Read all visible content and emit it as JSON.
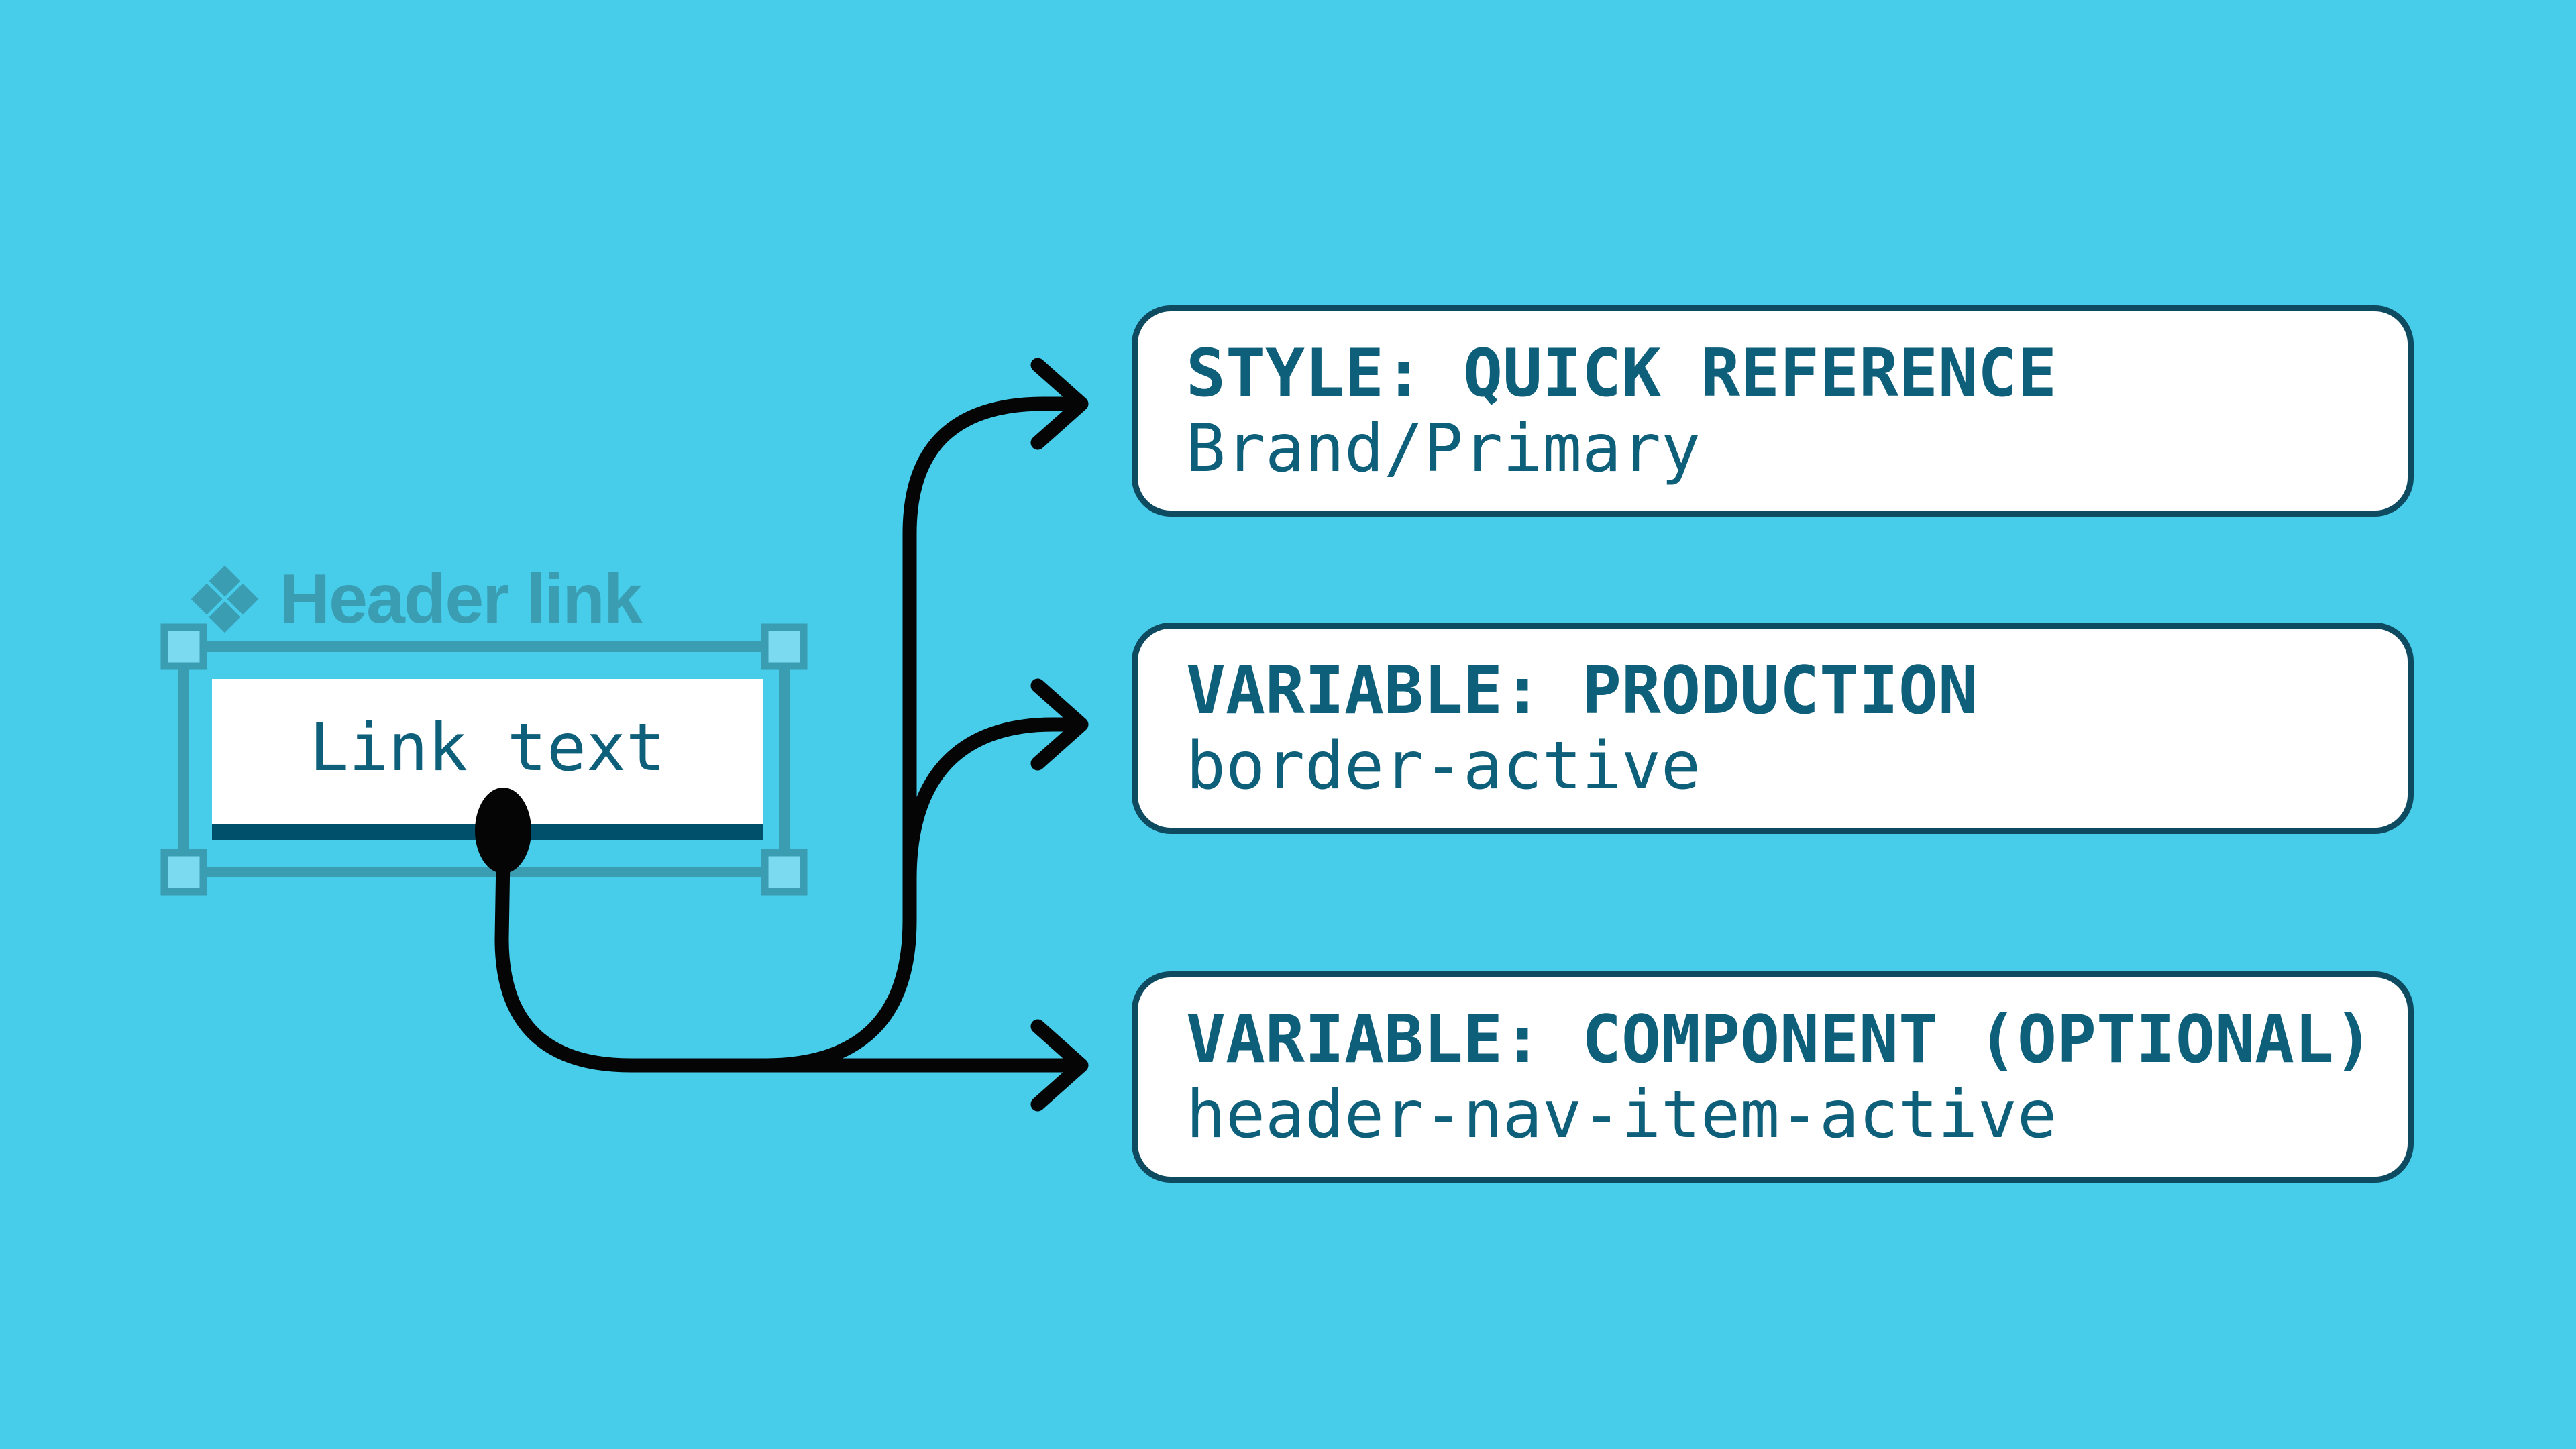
{
  "colors": {
    "background": "#47CCE9",
    "frame": "#3A9DB2",
    "handle_fill": "#7BDAF0",
    "text_dark": "#0E5F7A",
    "underline": "#00506B",
    "box_border": "#0E4B60",
    "box_fill": "#FFFFFF",
    "arrow": "#050505"
  },
  "component": {
    "icon": "component-diamond-icon",
    "label": "Header link",
    "link_text": "Link text"
  },
  "annotations": [
    {
      "title": "STYLE: QUICK REFERENCE",
      "value": "Brand/Primary"
    },
    {
      "title": "VARIABLE: PRODUCTION",
      "value": "border-active"
    },
    {
      "title": "VARIABLE: COMPONENT (OPTIONAL)",
      "value": "header-nav-item-active"
    }
  ]
}
